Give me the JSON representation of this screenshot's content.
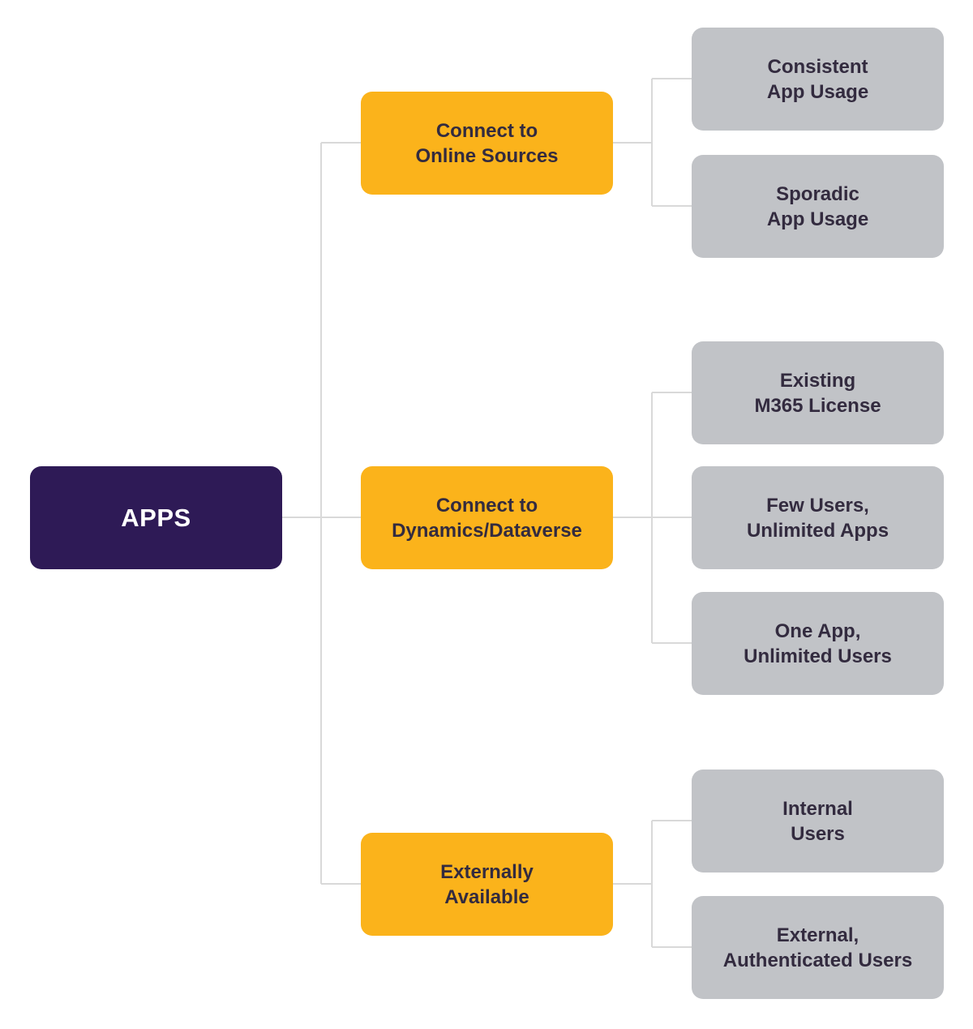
{
  "colors": {
    "root_fill": "#2e1a56",
    "category_fill": "#fbb31b",
    "option_fill": "#c1c3c7",
    "connector": "#d9d9d9",
    "dark_text": "#332b3f",
    "light_text": "#ffffff"
  },
  "root": {
    "label": "APPS"
  },
  "categories": [
    {
      "label": "Connect to\nOnline Sources",
      "options": [
        {
          "label": "Consistent\nApp Usage"
        },
        {
          "label": "Sporadic\nApp Usage"
        }
      ]
    },
    {
      "label": "Connect to\nDynamics/Dataverse",
      "options": [
        {
          "label": "Existing\nM365 License"
        },
        {
          "label": "Few Users,\nUnlimited Apps"
        },
        {
          "label": "One App,\nUnlimited Users"
        }
      ]
    },
    {
      "label": "Externally\nAvailable",
      "options": [
        {
          "label": "Internal\nUsers"
        },
        {
          "label": "External,\nAuthenticated Users"
        }
      ]
    }
  ]
}
